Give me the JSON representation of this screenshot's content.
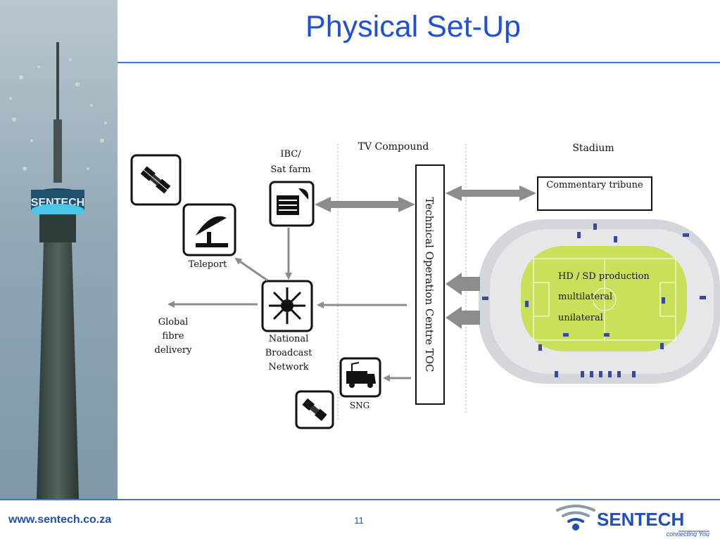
{
  "slide": {
    "title": "Physical Set-Up",
    "page_number": "11"
  },
  "footer": {
    "url": "www.sentech.co.za"
  },
  "logo": {
    "wordmark": "SENTECH",
    "tagline": "connecting You"
  },
  "sidebar": {
    "tower_sign": "SENTECH"
  },
  "diagram": {
    "zones": {
      "tv_compound": "TV Compound",
      "stadium": "Stadium"
    },
    "nodes": {
      "ibc_line1": "IBC/",
      "ibc_line2": "Sat farm",
      "teleport": "Teleport",
      "global_line1": "Global",
      "global_line2": "fibre",
      "global_line3": "delivery",
      "nbn_line1": "National",
      "nbn_line2": "Broadcast",
      "nbn_line3": "Network",
      "sng": "SNG",
      "toc": "Technical Operation Centre TOC",
      "commentary": "Commentary tribune"
    },
    "production": {
      "line1": "HD / SD production",
      "line2": "multilateral",
      "line3": "unilateral"
    }
  },
  "colors": {
    "title": "#1f4fd8",
    "rule": "#3b78c8",
    "pitch": "#c8e05a",
    "arrow": "#8c8c8c",
    "stadium_ring": "#cfd2d6"
  }
}
